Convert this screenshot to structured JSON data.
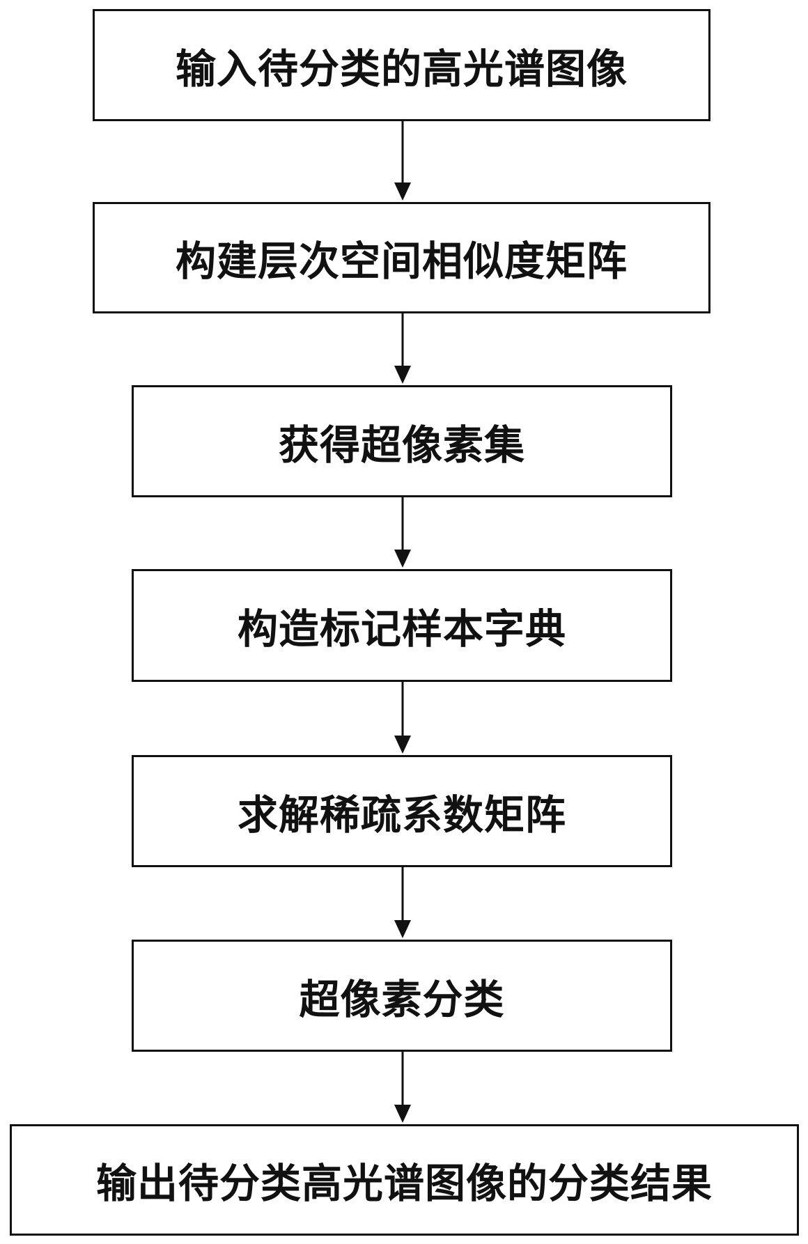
{
  "flowchart": {
    "steps": [
      {
        "id": "s1",
        "label": "输入待分类的高光谱图像"
      },
      {
        "id": "s2",
        "label": "构建层次空间相似度矩阵"
      },
      {
        "id": "s3",
        "label": "获得超像素集"
      },
      {
        "id": "s4",
        "label": "构造标记样本字典"
      },
      {
        "id": "s5",
        "label": "求解稀疏系数矩阵"
      },
      {
        "id": "s6",
        "label": "超像素分类"
      },
      {
        "id": "s7",
        "label": "输出待分类高光谱图像的分类结果"
      }
    ],
    "connectors": [
      {
        "from": "s1",
        "to": "s2"
      },
      {
        "from": "s2",
        "to": "s3"
      },
      {
        "from": "s3",
        "to": "s4"
      },
      {
        "from": "s4",
        "to": "s5"
      },
      {
        "from": "s5",
        "to": "s6"
      },
      {
        "from": "s6",
        "to": "s7"
      }
    ],
    "colors": {
      "line": "#111111",
      "box_fill": "#ffffff",
      "text": "#111111"
    }
  }
}
